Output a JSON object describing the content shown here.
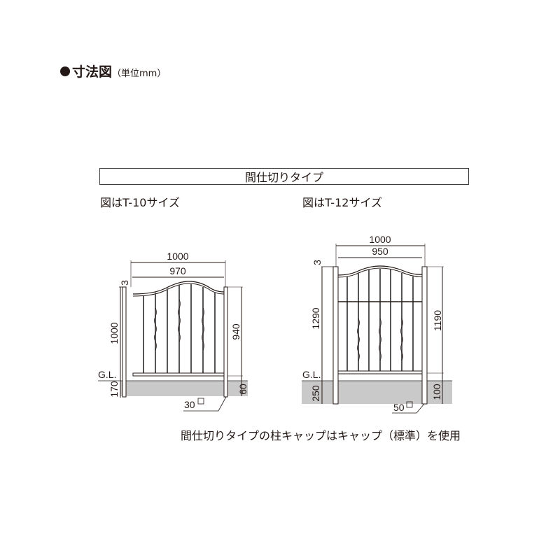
{
  "heading": {
    "title": "寸法図",
    "unit": "（単位mm）"
  },
  "type_bar": {
    "label": "間仕切りタイプ"
  },
  "diagrams": [
    {
      "caption": "図はT-10サイズ",
      "overall_width": "1000",
      "panel_width": "970",
      "top_gap": "3",
      "post_height": "1000",
      "panel_height": "940",
      "ground_label": "G.L.",
      "post_embed_depth": "170",
      "bottom_clearance": "60",
      "post_size": "30",
      "post_size_symbol": "□"
    },
    {
      "caption": "図はT-12サイズ",
      "overall_width": "1000",
      "panel_width": "950",
      "top_gap": "3",
      "post_height": "1290",
      "panel_height": "1190",
      "ground_label": "G.L.",
      "post_embed_depth": "250",
      "bottom_clearance": "100",
      "post_size": "50",
      "post_size_symbol": "□"
    }
  ],
  "note": "間仕切りタイプの柱キャップはキャップ（標準）を使用",
  "colors": {
    "line": "#231815",
    "ground": "#c9c9c9",
    "frame": "#555555"
  }
}
